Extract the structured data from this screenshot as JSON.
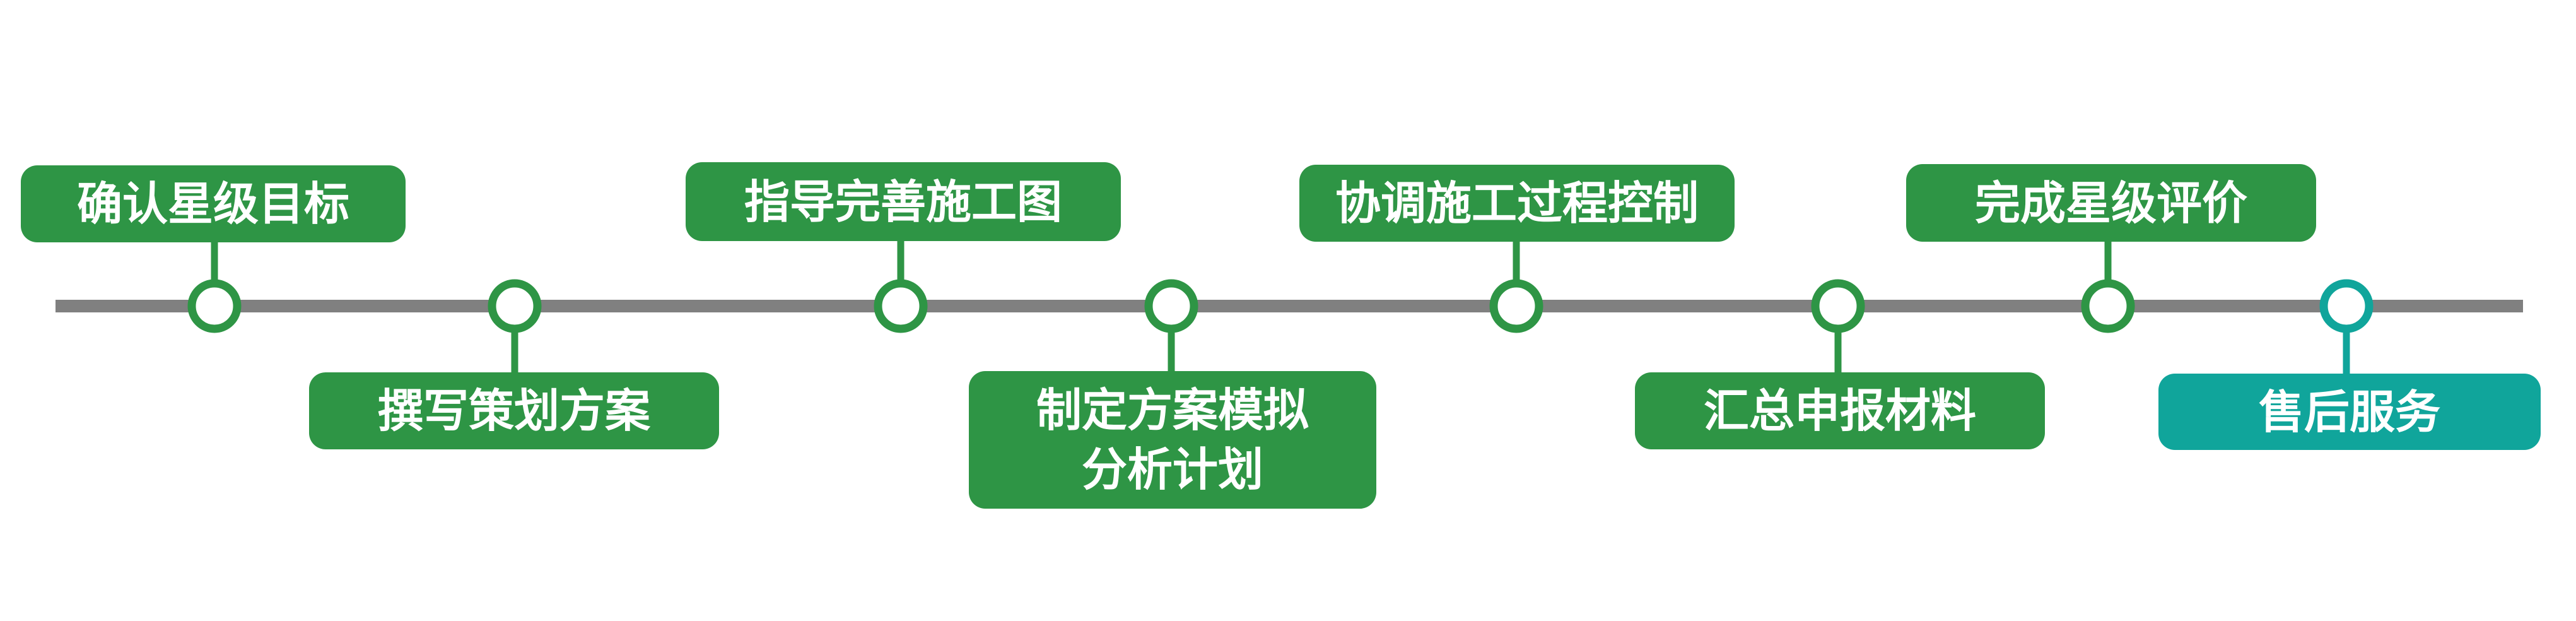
{
  "colors": {
    "line": "#808080",
    "green": "#2e9545",
    "teal": "#10a59b",
    "node_fill": "#ffffff"
  },
  "steps": [
    {
      "label": "确认星级目标",
      "position": "above",
      "color": "green"
    },
    {
      "label": "撰写策划方案",
      "position": "below",
      "color": "green"
    },
    {
      "label": "指导完善施工图",
      "position": "above",
      "color": "green"
    },
    {
      "label": "制定方案模拟\n分析计划",
      "position": "below",
      "color": "green"
    },
    {
      "label": "协调施工过程控制",
      "position": "above",
      "color": "green"
    },
    {
      "label": "汇总申报材料",
      "position": "below",
      "color": "green"
    },
    {
      "label": "完成星级评价",
      "position": "above",
      "color": "green"
    },
    {
      "label": "售后服务",
      "position": "below",
      "color": "teal"
    }
  ]
}
